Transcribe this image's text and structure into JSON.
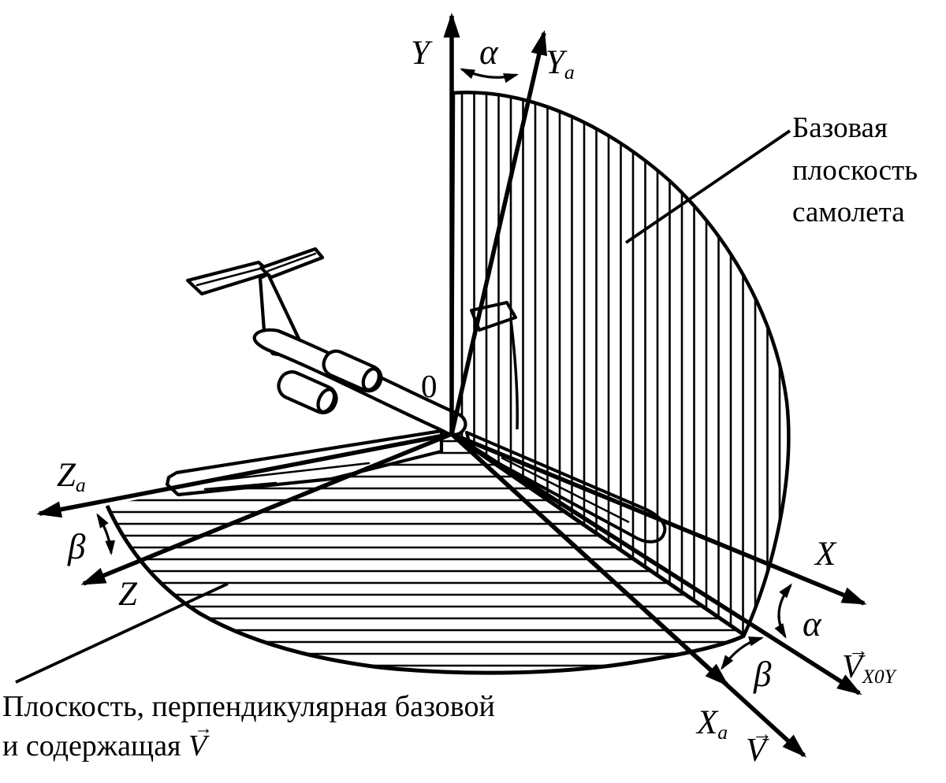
{
  "colors": {
    "ink": "#000000",
    "background": "#ffffff"
  },
  "origin_label": "0",
  "axes": {
    "y": "Y",
    "ya_main": "Y",
    "ya_sub": "a",
    "x": "X",
    "xa_main": "X",
    "xa_sub": "a",
    "z": "Z",
    "za_main": "Z",
    "za_sub": "a"
  },
  "vectors": {
    "v_main": "V",
    "v_arrow": "→",
    "vxoy_main": "V",
    "vxoy_arrow": "→",
    "vxoy_sub": "X0Y"
  },
  "angles": {
    "alpha_top": "α",
    "alpha_right": "α",
    "beta_left": "β",
    "beta_right": "β"
  },
  "callouts": {
    "base_plane_line1": "Базовая",
    "base_plane_line2": "плоскость",
    "base_plane_line3": "самолета",
    "perp_plane_line1": "Плоскость, перпендикулярная базовой",
    "perp_plane_line2_text": "и содержащая",
    "perp_plane_vector": "V",
    "perp_plane_vector_arrow": "→"
  }
}
